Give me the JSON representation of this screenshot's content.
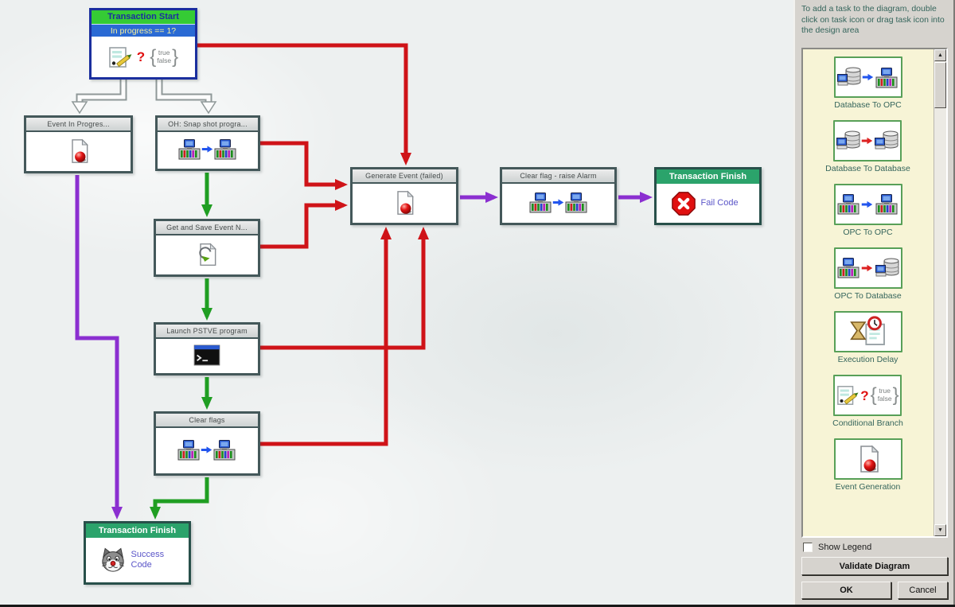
{
  "diagram": {
    "start": {
      "title": "Transaction Start",
      "condition": "In progress == 1?"
    },
    "branch_values": {
      "top": "true",
      "bottom": "false"
    },
    "tasks": [
      {
        "title": "Event In Progres...",
        "icon": "event-generation-icon"
      },
      {
        "title": "OH: Snap shot progra...",
        "icon": "opc-to-opc-icon"
      },
      {
        "title": "Get and Save Event N...",
        "icon": "save-event-icon"
      },
      {
        "title": "Launch PSTVE program",
        "icon": "command-prompt-icon"
      },
      {
        "title": "Clear flags",
        "icon": "opc-to-opc-icon"
      },
      {
        "title": "Generate Event (failed)",
        "icon": "event-generation-icon"
      },
      {
        "title": "Clear flag - raise Alarm",
        "icon": "opc-to-opc-icon"
      }
    ],
    "finish_fail": {
      "title": "Transaction Finish",
      "code_label": "Fail Code"
    },
    "finish_success": {
      "title": "Transaction Finish",
      "code_label": "Success Code"
    }
  },
  "sidebar": {
    "tip": "To add a task to the diagram, double click on task icon or drag task icon into the design area",
    "palette": [
      {
        "label": "Database To OPC",
        "icon": "database-to-opc-icon"
      },
      {
        "label": "Database To Database",
        "icon": "database-to-database-icon"
      },
      {
        "label": "OPC To OPC",
        "icon": "opc-to-opc-icon"
      },
      {
        "label": "OPC To Database",
        "icon": "opc-to-database-icon"
      },
      {
        "label": "Execution Delay",
        "icon": "execution-delay-icon"
      },
      {
        "label": "Conditional Branch",
        "icon": "conditional-branch-icon"
      },
      {
        "label": "Event Generation",
        "icon": "event-generation-icon"
      }
    ],
    "show_legend_label": "Show Legend",
    "validate_button_label": "Validate Diagram",
    "ok_button_label": "OK",
    "cancel_button_label": "Cancel"
  },
  "colors": {
    "arrow-red": "#cf1318",
    "arrow-green": "#1f9e22",
    "arrow-purple": "#8b2fd0",
    "start-header-bg": "#35cb35",
    "start-header-text": "#1b2f9e",
    "condition-bg": "#2a6ad4",
    "condition-text": "#f7ef9c",
    "finish-header-bg": "#2ba36b",
    "finish-header-text": "#ffffff",
    "palette-bg": "#f7f4d6",
    "sidebar-bg": "#d6d3ce",
    "label-teal": "#35655c",
    "code-text": "#5a55c8",
    "block-border": "#44585a",
    "canvas-bg": "#edf0f0",
    "fail-icon-red": "#e01010",
    "blue-arrow-icon": "#2255ee",
    "red-arrow-icon": "#dd2222"
  }
}
